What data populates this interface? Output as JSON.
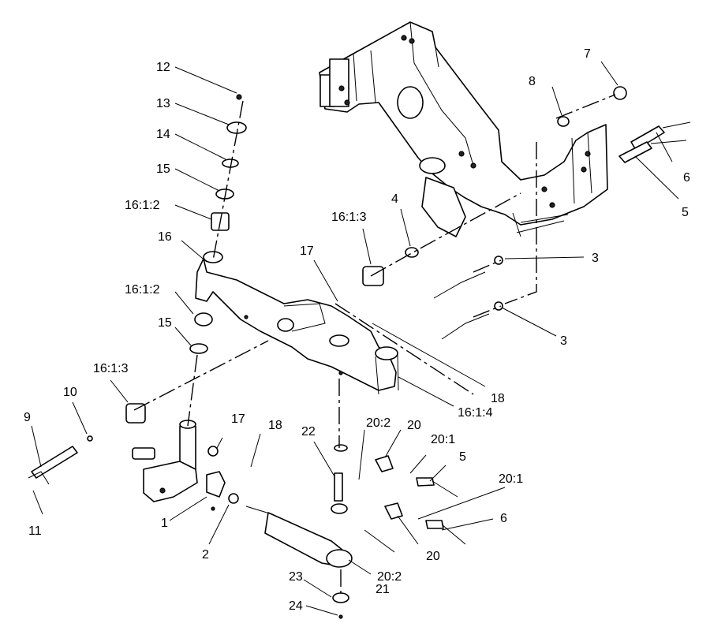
{
  "callouts": {
    "c1": "1",
    "c2": "2",
    "c3a": "3",
    "c3b": "3",
    "c4": "4",
    "c5a": "5",
    "c5b": "5",
    "c6a": "6",
    "c6b": "6",
    "c7": "7",
    "c8": "8",
    "c9": "9",
    "c10": "10",
    "c11": "11",
    "c12": "12",
    "c13": "13",
    "c14": "14",
    "c15a": "15",
    "c15b": "15",
    "c16": "16",
    "c16_1_2a": "16:1:2",
    "c16_1_2b": "16:1:2",
    "c16_1_3a": "16:1:3",
    "c16_1_3b": "16:1:3",
    "c16_1_4": "16:1:4",
    "c17a": "17",
    "c17b": "17",
    "c18a": "18",
    "c18b": "18",
    "c20a": "20",
    "c20b": "20",
    "c20_1a": "20:1",
    "c20_1b": "20:1",
    "c20_2a": "20:2",
    "c20_2b": "20:2",
    "c21": "21",
    "c22": "22",
    "c23": "23",
    "c24": "24"
  }
}
